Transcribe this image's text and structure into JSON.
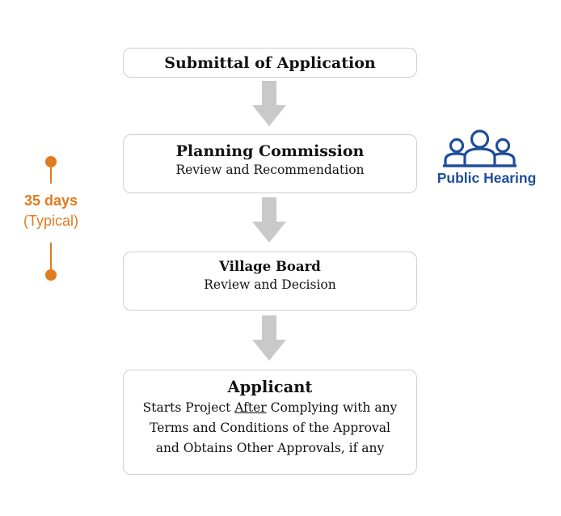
{
  "steps": {
    "submittal": {
      "title": "Submittal of Application"
    },
    "planning": {
      "title": "Planning Commission",
      "subtitle": "Review and Recommendation"
    },
    "village": {
      "title": "Village Board",
      "subtitle": "Review and Decision"
    },
    "applicant": {
      "title": "Applicant",
      "line1_before": "Starts Project ",
      "line1_underlined": "After",
      "line1_after": " Complying with any",
      "line2": "Terms and Conditions of the Approval",
      "line3": "and Obtains Other Approvals, if any"
    }
  },
  "timeline": {
    "days": "35 days",
    "note": "(Typical)",
    "color": "#e07b1f"
  },
  "public_hearing": {
    "label": "Public Hearing",
    "icon": "people-group-icon",
    "color": "#1f4e99"
  },
  "colors": {
    "arrow": "#c9c9c9",
    "box_border": "#cfcfcf"
  }
}
